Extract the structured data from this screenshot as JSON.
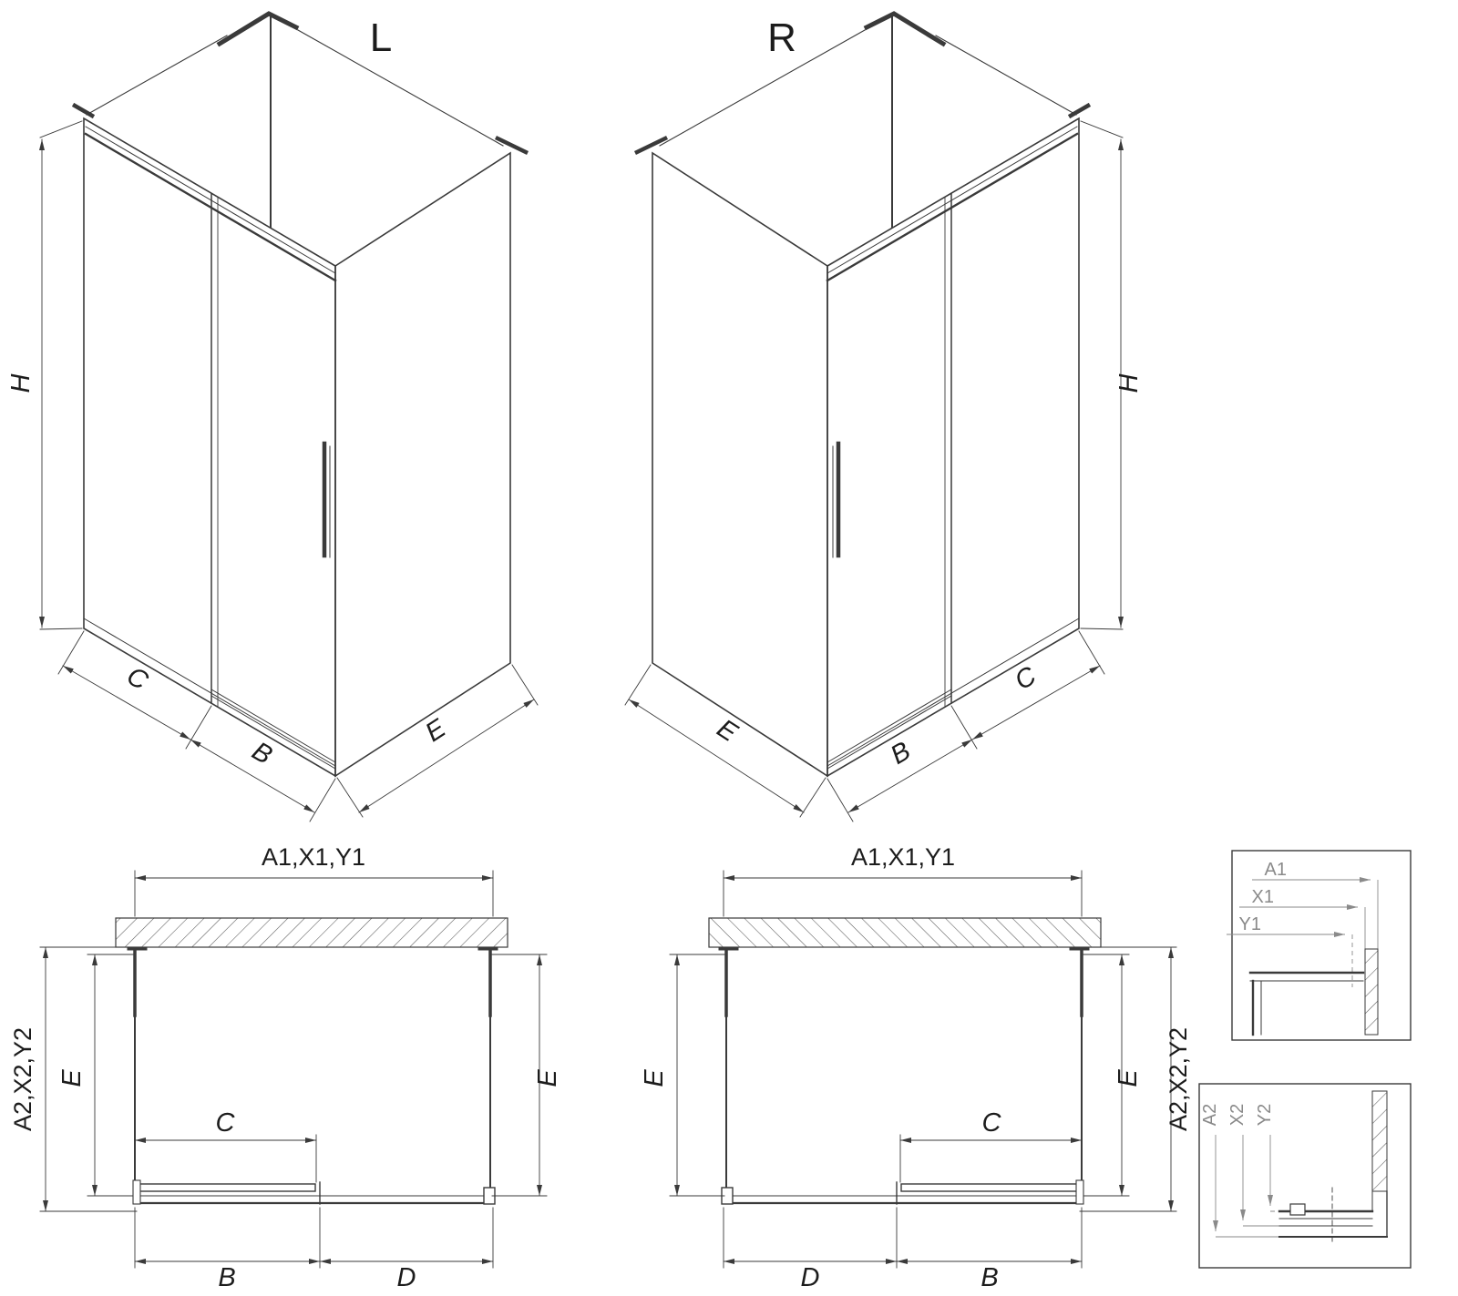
{
  "labels": {
    "iso_left": {
      "variant": "L",
      "h": "H",
      "c": "C",
      "b": "B",
      "e": "E"
    },
    "iso_right": {
      "variant": "R",
      "h": "H",
      "c": "C",
      "b": "B",
      "e": "E"
    },
    "plan_left": {
      "width": "A1,X1,Y1",
      "depth": "A2,X2,Y2",
      "e_left": "E",
      "e_right": "E",
      "c": "C",
      "b": "B",
      "d": "D"
    },
    "plan_right": {
      "width": "A1,X1,Y1",
      "depth": "A2,X2,Y2",
      "e_left": "E",
      "e_right": "E",
      "c": "C",
      "b": "B",
      "d": "D"
    },
    "detail_top": {
      "a1": "A1",
      "x1": "X1",
      "y1": "Y1"
    },
    "detail_bottom": {
      "a2": "A2",
      "x2": "X2",
      "y2": "Y2"
    }
  },
  "colors": {
    "line": "#3a3a3a",
    "leader": "#8a8a8a",
    "background": "#ffffff"
  }
}
